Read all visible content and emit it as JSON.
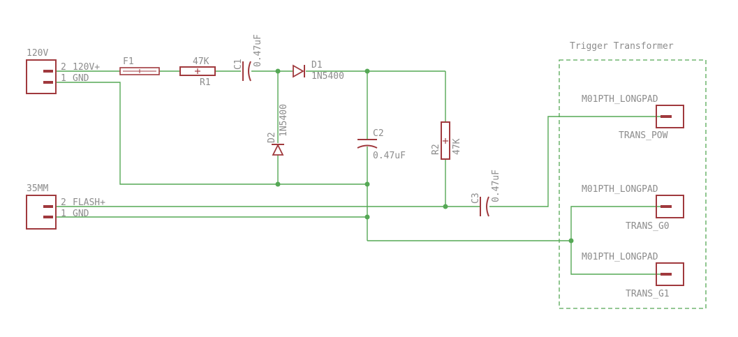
{
  "connectors": {
    "j120v": {
      "name": "120V",
      "pin2": "2",
      "pin2_label": "120V+",
      "pin1": "1",
      "pin1_label": "GND"
    },
    "j35mm": {
      "name": "35MM",
      "pin2": "2",
      "pin2_label": "FLASH+",
      "pin1": "1",
      "pin1_label": "GND"
    }
  },
  "parts": {
    "f1": {
      "name": "F1"
    },
    "r1": {
      "name": "R1",
      "value": "47K"
    },
    "c1": {
      "name": "C1",
      "value": "0.47uF"
    },
    "d1": {
      "name": "D1",
      "value": "1N5400"
    },
    "d2": {
      "name": "D2",
      "value": "1N5400"
    },
    "c2": {
      "name": "C2",
      "value": "0.47uF"
    },
    "r2": {
      "name": "R2",
      "value": "47K"
    },
    "c3": {
      "name": "C3",
      "value": "0.47uF"
    }
  },
  "transformer": {
    "title": "Trigger Transformer",
    "pads": [
      {
        "type": "M01PTH_LONGPAD",
        "name": "TRANS_POW"
      },
      {
        "type": "M01PTH_LONGPAD",
        "name": "TRANS_G0"
      },
      {
        "type": "M01PTH_LONGPAD",
        "name": "TRANS_G1"
      }
    ]
  },
  "colors": {
    "wire": "#55a855",
    "part": "#a0393d",
    "label": "#8c8c8c",
    "background": "#ffffff"
  }
}
